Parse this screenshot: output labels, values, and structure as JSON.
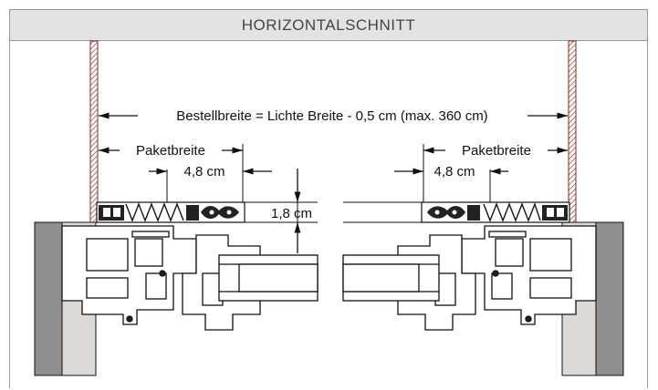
{
  "header": {
    "title": "HORIZONTALSCHNITT"
  },
  "dims": {
    "order_width": "Bestellbreite = Lichte Breite - 0,5 cm (max. 360 cm)",
    "package_left": "Paketbreite",
    "package_right": "Paketbreite",
    "offset_left": "4,8 cm",
    "offset_right": "4,8 cm",
    "depth": "1,8 cm"
  },
  "colors": {
    "wall": "#8f8f8f",
    "reveal": "#ddd9d6",
    "stroke": "#111111",
    "hatch": "#8a2a1a",
    "header_bg": "#e3e3e3"
  }
}
